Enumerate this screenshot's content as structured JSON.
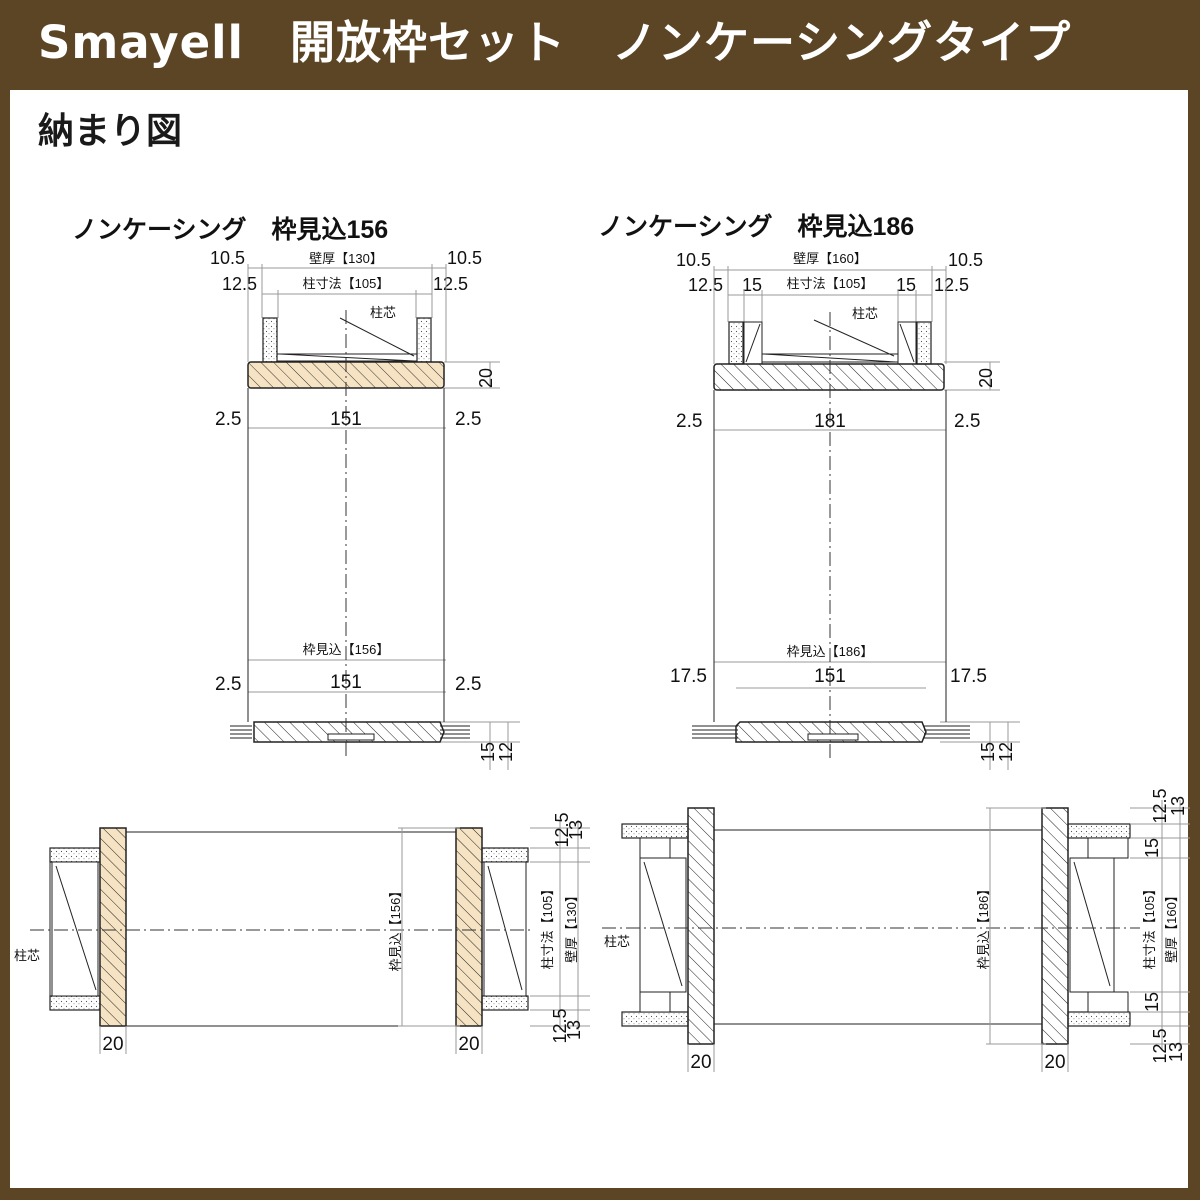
{
  "header": {
    "title": "Smayell　開放枠セット　ノンケーシングタイプ"
  },
  "section_title": "納まり図",
  "colors": {
    "frame_brown": "#5c4524",
    "wood_fill": "#f6e3c3",
    "line": "#222222",
    "dim": "#999999"
  },
  "top_left": {
    "title": "ノンケーシング　枠見込156",
    "dim_top_a": "10.5",
    "dim_top_b": "12.5",
    "wall_thickness": "壁厚【130】",
    "stud_size": "柱寸法【105】",
    "stud_center": "柱芯",
    "board": "20",
    "side": "2.5",
    "inner_width": "151",
    "frame_depth": "枠見込【156】",
    "lower_side": "2.5",
    "lower_inner": "151",
    "lower_right_a": "15",
    "lower_right_b": "12"
  },
  "top_right": {
    "title": "ノンケーシング　枠見込186",
    "dim_top_a": "10.5",
    "dim_top_b": "12.5",
    "dim_spacer": "15",
    "wall_thickness": "壁厚【160】",
    "stud_size": "柱寸法【105】",
    "stud_center": "柱芯",
    "board": "20",
    "side": "2.5",
    "inner_width": "181",
    "frame_depth": "枠見込【186】",
    "lower_side": "17.5",
    "lower_inner": "151",
    "lower_right_a": "15",
    "lower_right_b": "12"
  },
  "bottom_left": {
    "stud_center": "柱芯",
    "frame_depth": "枠見込【156】",
    "stud_size": "柱寸法【105】",
    "wall_thickness": "壁厚【130】",
    "dim_a": "12.5",
    "dim_b": "13",
    "board_left": "20",
    "board_right": "20"
  },
  "bottom_right": {
    "stud_center": "柱芯",
    "frame_depth": "枠見込【186】",
    "stud_size": "柱寸法【105】",
    "wall_thickness": "壁厚【160】",
    "dim_a": "12.5",
    "dim_b": "13",
    "dim_spacer": "15",
    "board_left": "20",
    "board_right": "20"
  }
}
